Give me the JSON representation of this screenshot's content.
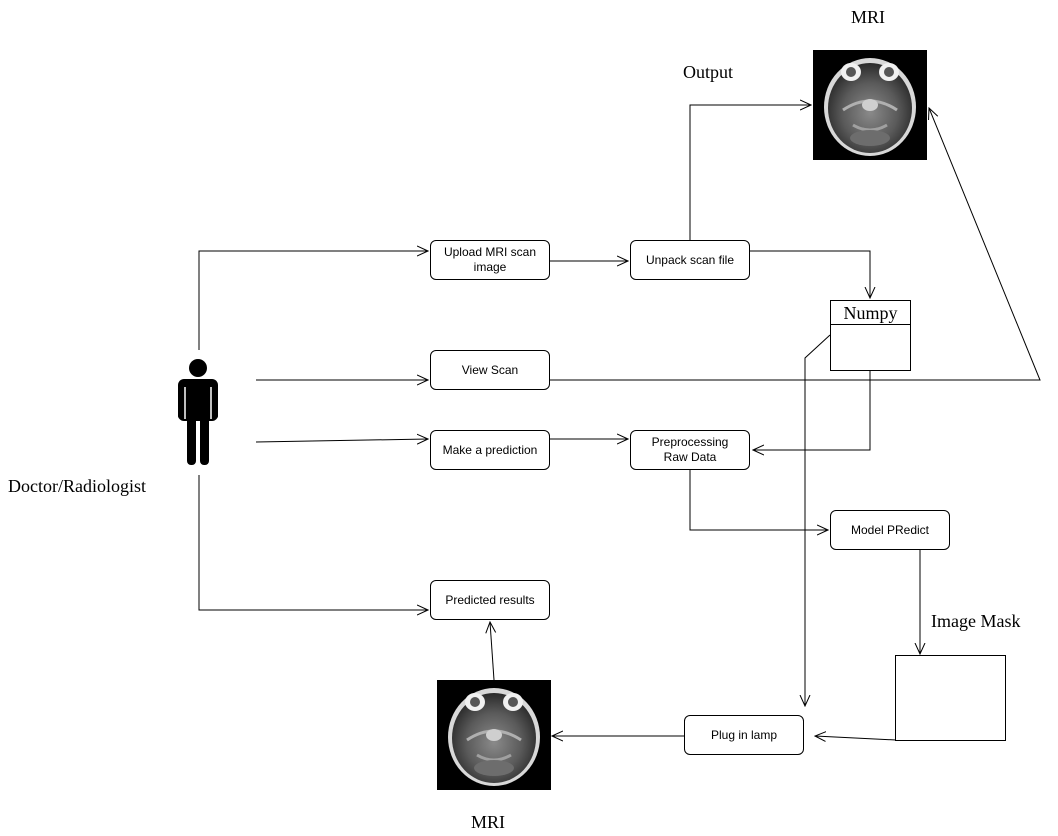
{
  "actor": {
    "label": "Doctor/Radiologist",
    "icon": "person-icon"
  },
  "boxes": {
    "upload": "Upload MRI scan image",
    "unpack": "Unpack scan file",
    "view": "View Scan",
    "predict": "Make a prediction",
    "preprocess": "Preprocessing Raw Data",
    "model": "Model PRedict",
    "results": "Predicted results",
    "plug": "Plug in lamp"
  },
  "numpy": {
    "title": "Numpy"
  },
  "labels": {
    "output": "Output",
    "mri_top": "MRI",
    "mri_bottom": "MRI",
    "image_mask": "Image Mask"
  },
  "images": {
    "scan_top": "mri-brain-scan-image",
    "scan_bottom": "mri-brain-scan-image"
  }
}
